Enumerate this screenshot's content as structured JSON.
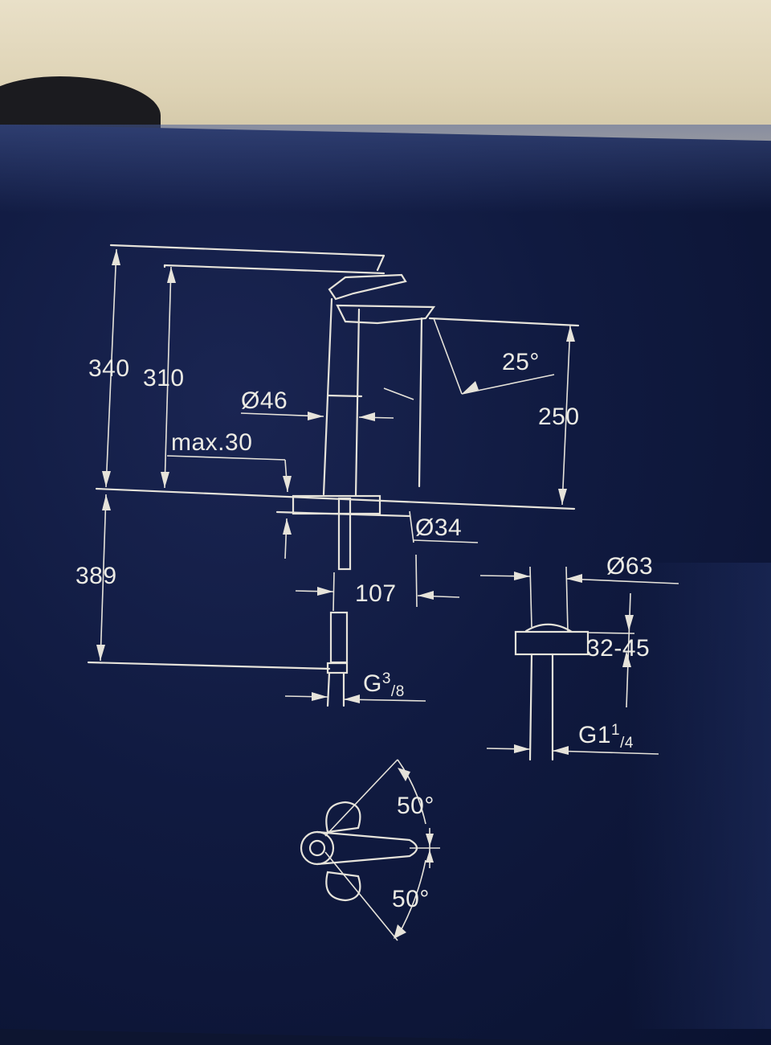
{
  "photo": {
    "dimensions": {
      "total_height": "340",
      "spout_height": "310",
      "spout_clearance": "250",
      "lever_angle": "25°",
      "body_diameter": "Ø46",
      "base_diameter": "Ø34",
      "max_deck_thickness": "max.30",
      "hose_length": "389",
      "spout_reach": "107",
      "connection_thread_main": "G",
      "connection_thread_sup": "3",
      "connection_thread_sub": "/8",
      "waste_diameter": "Ø63",
      "waste_thickness_range": "32-45",
      "waste_thread_main": "G1",
      "waste_thread_sup": "1",
      "waste_thread_sub": "/4",
      "rotation_upper": "50°",
      "rotation_lower": "50°"
    }
  }
}
